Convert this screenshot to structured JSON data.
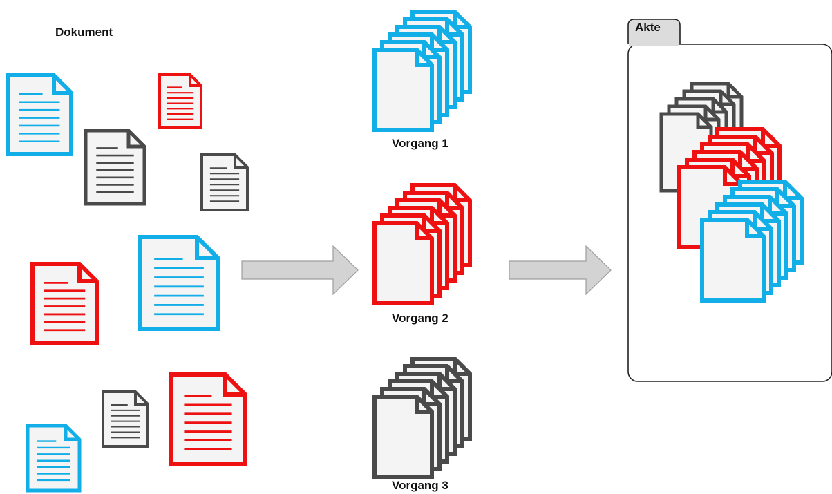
{
  "labels": {
    "dokument": "Dokument",
    "akte": "Akte",
    "vorgaenge": [
      "Vorgang 1",
      "Vorgang 2",
      "Vorgang 3"
    ]
  },
  "colors": {
    "blue": "#12aee8",
    "red": "#ee1111",
    "dark": "#4a4a4a",
    "page_fill": "#f4f4f4",
    "arrow_fill": "#d3d3d3",
    "arrow_stroke": "#9e9e9e",
    "folder_tab_fill": "#dcdcdc",
    "folder_stroke": "#222222"
  },
  "icons": {
    "document": "text-document-icon",
    "stack": "document-stack-icon",
    "arrow": "right-arrow-icon",
    "folder": "folder-icon"
  }
}
